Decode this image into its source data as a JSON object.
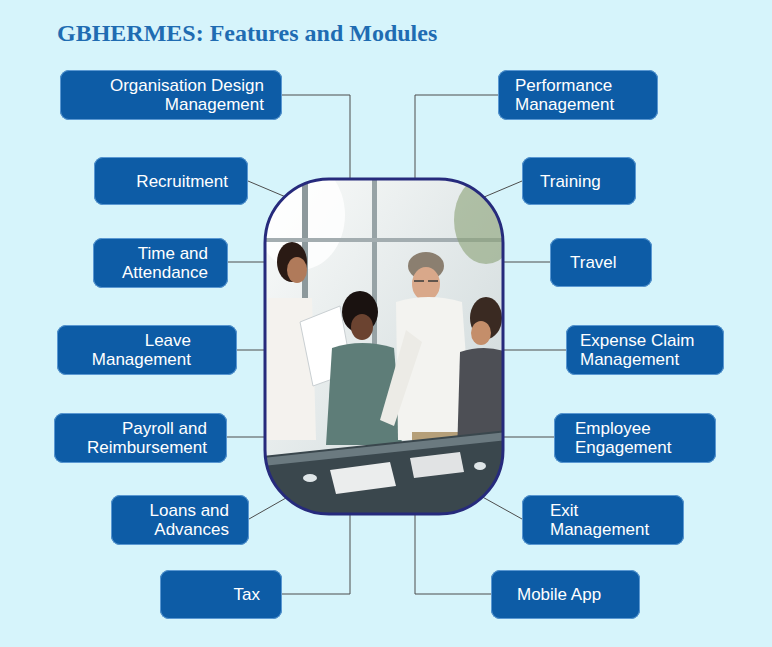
{
  "diagram": {
    "title": "GBHERMES: Features and Modules",
    "nodes": [
      {
        "text": [
          "Organisation Design Management"
        ]
      },
      {
        "text": [
          "Performance Management"
        ]
      },
      {
        "text": [
          "Recruitment"
        ]
      },
      {
        "text": [
          "Training"
        ]
      },
      {
        "text": [
          "Time and Attendance"
        ]
      },
      {
        "text": [
          "Travel"
        ]
      },
      {
        "text": [
          "Leave Management"
        ]
      },
      {
        "text": [
          "Expense Claim Management"
        ]
      },
      {
        "text": [
          "Payroll and Reimbursement"
        ]
      },
      {
        "text": [
          "Employee Engagement"
        ]
      },
      {
        "text": [
          "Loans and Advances"
        ]
      },
      {
        "text": [
          "Exit Management"
        ]
      },
      {
        "text": [
          "Tax"
        ]
      },
      {
        "text": [
          "Mobile App"
        ]
      }
    ]
  }
}
